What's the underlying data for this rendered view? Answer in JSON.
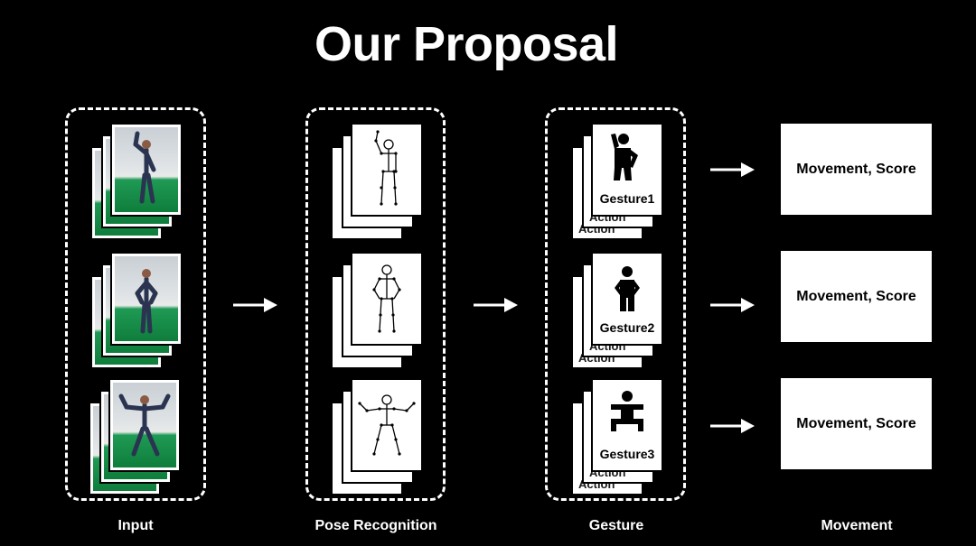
{
  "title": "Our Proposal",
  "columns": {
    "input": "Input",
    "pose": "Pose Recognition",
    "gesture": "Gesture",
    "movement": "Movement"
  },
  "gestures": [
    {
      "label": "Gesture1",
      "icon": "person-waving-icon",
      "under_text": "Action"
    },
    {
      "label": "Gesture2",
      "icon": "person-hands-on-hips-icon",
      "under_text": "Action"
    },
    {
      "label": "Gesture3",
      "icon": "person-squat-icon",
      "under_text": "Action"
    }
  ],
  "movements": [
    {
      "label": "Movement, Score"
    },
    {
      "label": "Movement, Score"
    },
    {
      "label": "Movement, Score"
    }
  ],
  "colors": {
    "background": "#000000",
    "foreground": "#ffffff",
    "field_green": "#1f9a55"
  }
}
